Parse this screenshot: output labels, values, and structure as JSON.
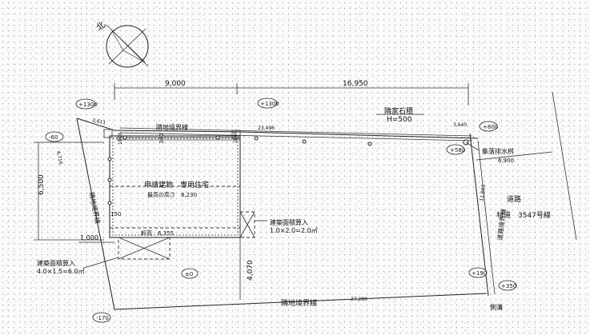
{
  "north": {
    "label": "北"
  },
  "dimensions": {
    "top_left": "9,000",
    "top_right": "16,950",
    "left_vertical": "6,500",
    "left_offset": "1,000",
    "building_to_bottom": "4,070",
    "boundary_top": "23,496",
    "boundary_top_left": "3,611",
    "boundary_top_right": "3,640",
    "boundary_left": "4,716",
    "boundary_bottom": "27,280",
    "boundary_right": "11,803",
    "road_width": "6,900",
    "building_top_small": "340",
    "building_top_left_small": "1000",
    "building_top_right_small": "1000",
    "building_left_small": "150"
  },
  "elevations": {
    "e1300_a": "+1300",
    "e1300_b": "+1300",
    "e60": "-60",
    "e800": "+800",
    "e580": "+580",
    "e0": "±0",
    "e190": "+190",
    "e350": "+350",
    "e170": "-170"
  },
  "labels": {
    "neighbor_wall": "隣家石積",
    "wall_height": "H=500",
    "boundary_top": "隣地境界線",
    "boundary_bottom": "隣地境界線",
    "boundary_left": "隣地境界線",
    "boundary_right": "道路境界線",
    "drain": "集落排水桝",
    "road": "道路",
    "road_name": "村道　3547号線",
    "building_use": "申請建物　専用住宅",
    "building_height": "最高の高さ　8,230",
    "eave_height": "軒高　6,355",
    "area_right_title": "建築面積算入",
    "area_right_formula": "1.0×2.0=2.0㎡",
    "area_left_title": "建築面積算入",
    "area_left_formula": "4.0×1.5=6.0㎡",
    "gutter": "側溝"
  }
}
